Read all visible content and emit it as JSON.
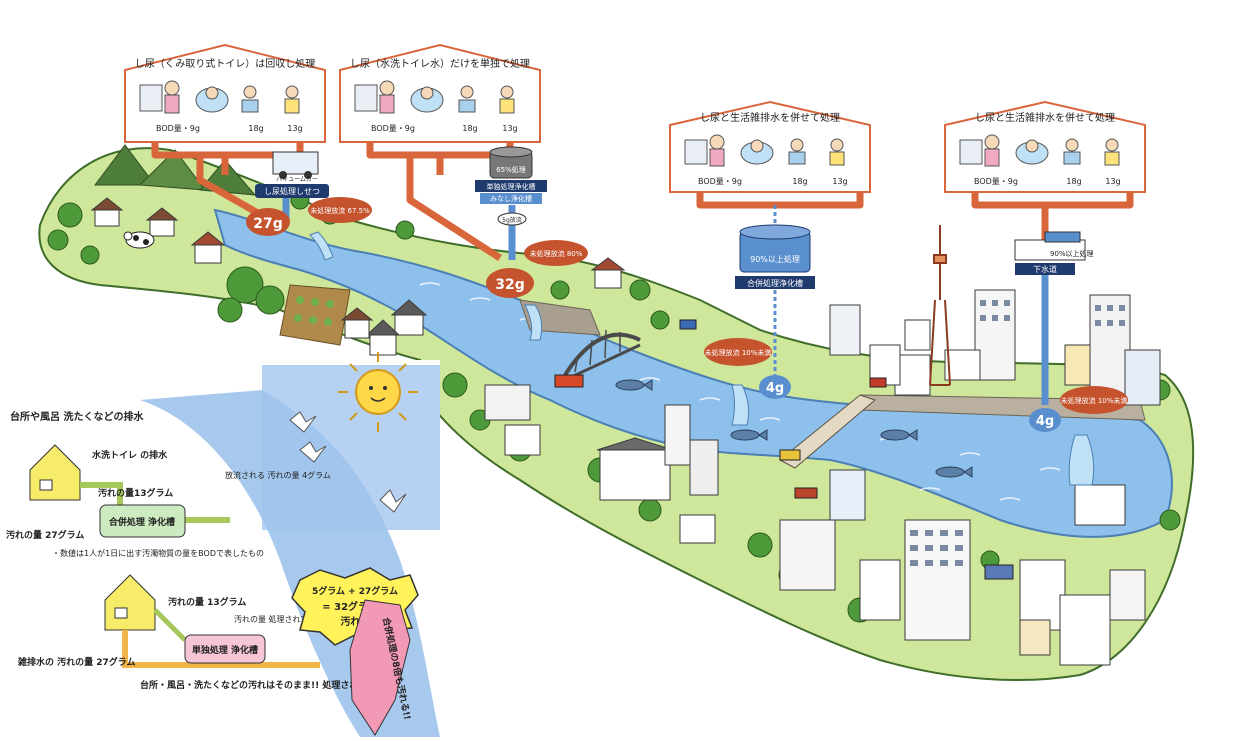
{
  "houses": [
    {
      "title": "し尿（くみ取り式トイレ）は回収し処理",
      "bod_label": "BOD量・9g",
      "amounts": [
        "18g",
        "13g"
      ]
    },
    {
      "title": "し尿（水洗トイレ水）だけを単独で処理",
      "bod_label": "BOD量・9g",
      "amounts": [
        "18g",
        "13g"
      ]
    },
    {
      "title": "し尿と生活雑排水を併せて処理",
      "bod_label": "BOD量・9g",
      "amounts": [
        "18g",
        "13g"
      ]
    },
    {
      "title": "し尿と生活雑排水を併せて処理",
      "bod_label": "BOD量・9g",
      "amounts": [
        "18g",
        "13g"
      ]
    }
  ],
  "facilities": {
    "vacuum_truck": "バキュームカー",
    "night_soil_plant": "し尿処理しせつ",
    "single_tank_pct": "65%処理",
    "single_tank_name": "単独処理浄化槽",
    "single_tank_alias": "みなし浄化槽",
    "single_tank_release": "5g放流",
    "combined_tank_pct": "90%以上処理",
    "combined_tank_name": "合併処理浄化槽",
    "sewer_pct": "90%以上処理",
    "sewer_name": "下水道"
  },
  "discharges": [
    {
      "amount": "27g",
      "note": "未処理放流 67.5%"
    },
    {
      "amount": "32g",
      "note": "未処理放流 80%"
    },
    {
      "amount": "4g",
      "note": "未処理放流 10%未満"
    },
    {
      "amount": "4g",
      "note": "未処理放流 10%未満"
    }
  ],
  "inset": {
    "top_label": "台所や風呂 洗たくなどの排水",
    "toilet_label": "水洗トイレ の排水",
    "dirt13": "汚れの量13グラム",
    "combined_tank": "合併処理 浄化槽",
    "dirt27": "汚れの量 27グラム",
    "released": "放流される 汚れの量 4グラム",
    "footnote": "・数値は1人が1日に出す汚濁物質の量をBODで表したもの",
    "dirt13b": "汚れの量 13グラム",
    "treated5": "汚れの量 処理されても 5グラム",
    "single_tank": "単独処理 浄化槽",
    "grey27": "雑排水の 汚れの量 27グラム",
    "untreated": "台所・風呂・洗たくなどの汚れはそのまま!! 処理されずに",
    "sum_line1": "5グラム + 27グラム",
    "sum_line2": "= 32グラムの",
    "sum_line3": "汚れ!!",
    "eight_times": "合併処理の8倍も汚れる!!"
  },
  "colors": {
    "pipe": "#d9653b",
    "bubble": "#c4532e",
    "blue_pipe": "#5a8fcf",
    "river": "#7fb3e0",
    "land": "#cfe79a"
  }
}
